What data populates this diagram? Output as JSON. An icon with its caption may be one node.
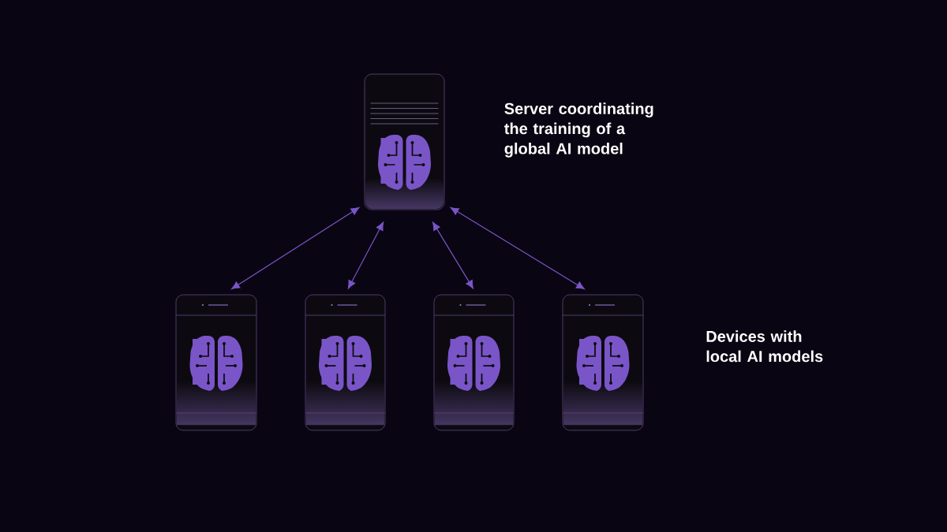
{
  "diagram": {
    "nodes": [
      {
        "text": [],
        "shape": "server",
        "beside": [
          "Server coordinating the training of a global AI model"
        ]
      },
      {
        "text": [],
        "shape": "phone"
      },
      {
        "text": [],
        "shape": "phone"
      },
      {
        "text": [],
        "shape": "phone"
      },
      {
        "text": [],
        "shape": "phone"
      }
    ],
    "edges": [
      {
        "from": 0,
        "to": 1,
        "arrow": "both"
      },
      {
        "from": 0,
        "to": 2,
        "arrow": "both"
      },
      {
        "from": 0,
        "to": 3,
        "arrow": "both"
      },
      {
        "from": 0,
        "to": 4,
        "arrow": "both"
      }
    ],
    "labels": [
      "Devices with local AI models"
    ]
  }
}
